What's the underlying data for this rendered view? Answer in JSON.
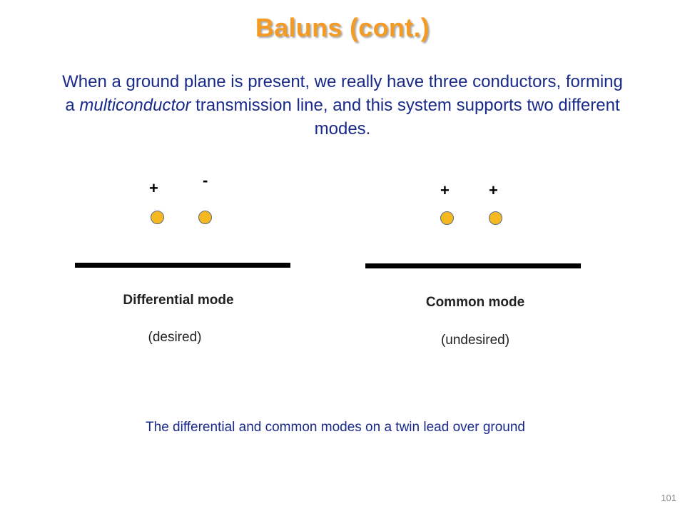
{
  "slide": {
    "title": "Baluns (cont.)",
    "intro_before": "When a ground plane is present, we really have three conductors, forming a ",
    "intro_emphasis": "multiconductor",
    "intro_after": " transmission line, and this system supports two different modes.",
    "caption": "The differential and common modes on a twin lead over ground",
    "page_number": "101"
  },
  "diagrams": {
    "differential": {
      "left_sign": "+",
      "right_sign": "-",
      "label": "Differential mode",
      "note": "(desired)"
    },
    "common": {
      "left_sign": "+",
      "right_sign": "+",
      "label": "Common mode",
      "note": "(undesired)"
    }
  },
  "colors": {
    "title": "#f59a23",
    "body_text": "#1a2a8a",
    "conductor_fill": "#f5b820",
    "conductor_outline": "#5a6a8a",
    "ground_plane": "#000000"
  }
}
